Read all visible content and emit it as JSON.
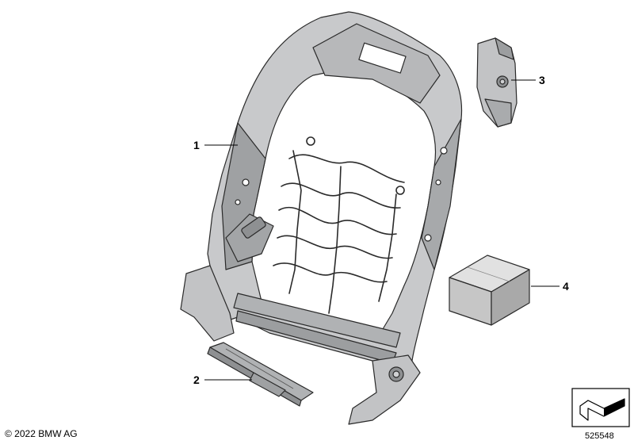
{
  "callouts": {
    "frame": "1",
    "lumbar_adjuster": "2",
    "bracket": "3",
    "package": "4"
  },
  "footer": {
    "copyright": "© 2022 BMW AG",
    "diagram_number": "525548"
  },
  "colors": {
    "frame_fill": "#c8c9cb",
    "frame_dark": "#8e9092",
    "outline": "#2a2a2a",
    "box_light": "#d4d4d4",
    "box_dark": "#a9a9a9"
  }
}
